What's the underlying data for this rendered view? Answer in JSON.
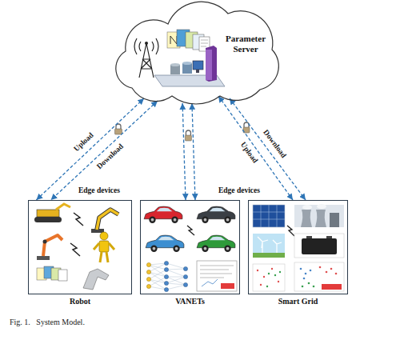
{
  "diagram": {
    "caption": "Fig. 1.   System Model.",
    "nodes": [
      {
        "text": [
          "Parameter Server"
        ]
      },
      {
        "text": [
          "Robot"
        ]
      },
      {
        "text": [
          "VANETs"
        ]
      },
      {
        "text": [
          "Smart Grid"
        ]
      }
    ],
    "edges": [
      {
        "from": 1,
        "to": 0,
        "arrow": "both",
        "label": "Upload"
      },
      {
        "from": 0,
        "to": 1,
        "arrow": "both",
        "label": "Download"
      },
      {
        "from": 2,
        "to": 0,
        "arrow": "both"
      },
      {
        "from": 0,
        "to": 2,
        "arrow": "both"
      },
      {
        "from": 0,
        "to": 3,
        "arrow": "both",
        "label": "Download"
      },
      {
        "from": 3,
        "to": 0,
        "arrow": "both",
        "label": "Upload"
      }
    ],
    "labels": [
      "Edge devices",
      "Edge devices"
    ]
  }
}
